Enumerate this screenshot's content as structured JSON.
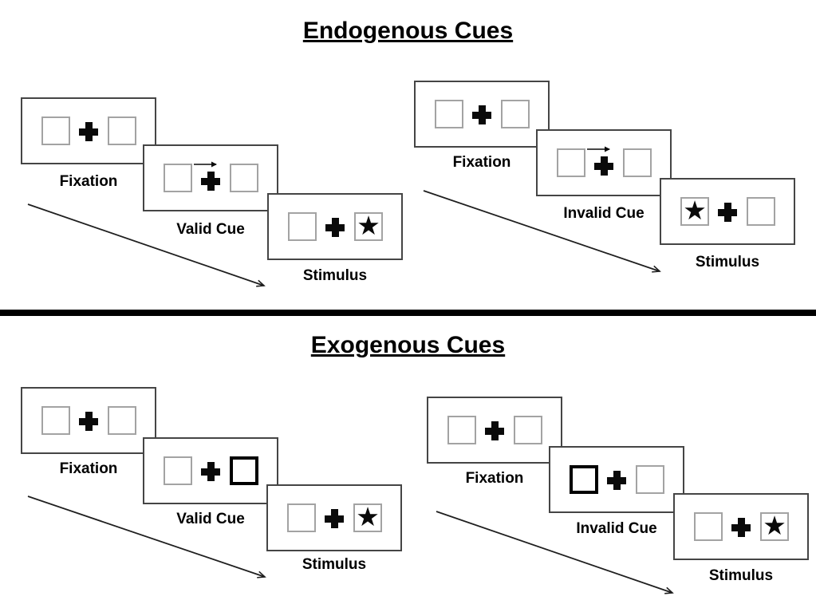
{
  "titles": {
    "endogenous": "Endogenous Cues",
    "exogenous": "Exogenous Cues"
  },
  "symbols": {
    "star": "★"
  },
  "colors": {
    "ink": "#000000",
    "frame_border": "#454545",
    "placeholder_border": "#a3a3a3",
    "divider": "#000000",
    "background": "#ffffff"
  },
  "groups": {
    "endo_valid": {
      "fixation_label": "Fixation",
      "cue_label": "Valid Cue",
      "stimulus_label": "Stimulus",
      "cue_type": "central-arrow-pointing-right",
      "star_side": "right"
    },
    "endo_invalid": {
      "fixation_label": "Fixation",
      "cue_label": "Invalid Cue",
      "stimulus_label": "Stimulus",
      "cue_type": "central-arrow-pointing-right",
      "star_side": "left"
    },
    "exo_valid": {
      "fixation_label": "Fixation",
      "cue_label": "Valid Cue",
      "stimulus_label": "Stimulus",
      "cue_type": "peripheral-bold-box-right",
      "star_side": "right"
    },
    "exo_invalid": {
      "fixation_label": "Fixation",
      "cue_label": "Invalid Cue",
      "stimulus_label": "Stimulus",
      "cue_type": "peripheral-bold-box-left",
      "star_side": "right"
    }
  }
}
